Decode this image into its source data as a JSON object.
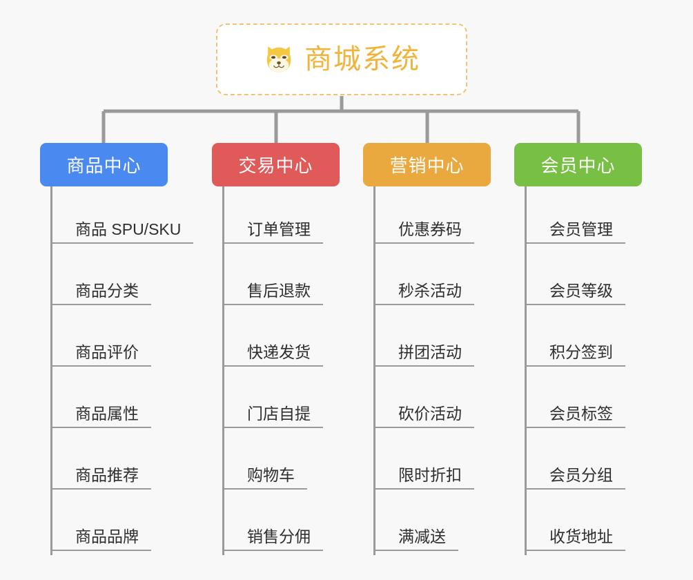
{
  "root": {
    "title": "商城系统",
    "icon": "shiba-dog-icon",
    "border_color": "#f2c177",
    "text_color": "#f0b43c"
  },
  "branches": [
    {
      "label": "商品中心",
      "color": "#4a89ef",
      "items": [
        "商品 SPU/SKU",
        "商品分类",
        "商品评价",
        "商品属性",
        "商品推荐",
        "商品品牌"
      ]
    },
    {
      "label": "交易中心",
      "color": "#e15a5a",
      "items": [
        "订单管理",
        "售后退款",
        "快递发货",
        "门店自提",
        "购物车",
        "销售分佣"
      ]
    },
    {
      "label": "营销中心",
      "color": "#eaa93f",
      "items": [
        "优惠券码",
        "秒杀活动",
        "拼团活动",
        "砍价活动",
        "限时折扣",
        "满减送"
      ]
    },
    {
      "label": "会员中心",
      "color": "#78c043",
      "items": [
        "会员管理",
        "会员等级",
        "积分签到",
        "会员标签",
        "会员分组",
        "收货地址"
      ]
    }
  ],
  "connector": {
    "color": "#9a9a9a",
    "stem_color": "#9a9a9a"
  },
  "background_color": "#f8f8f8"
}
